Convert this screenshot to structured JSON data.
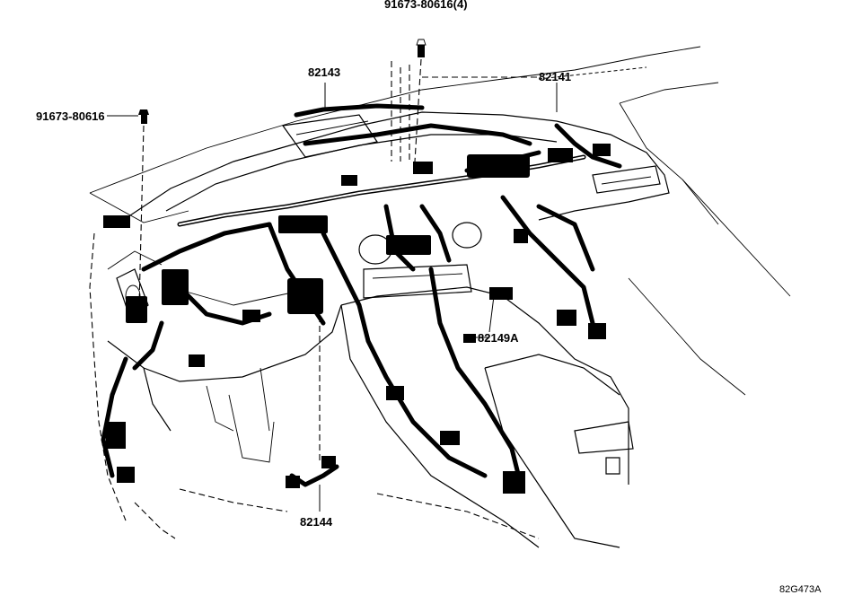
{
  "diagram": {
    "parts": [
      {
        "id": "bolt-top",
        "label": "91673-80616(4)"
      },
      {
        "id": "bolt-left",
        "label": "91673-80616"
      },
      {
        "id": "harness-82143",
        "label": "82143"
      },
      {
        "id": "harness-82141",
        "label": "82141"
      },
      {
        "id": "harness-82149a",
        "label": "82149A"
      },
      {
        "id": "harness-82144",
        "label": "82144"
      }
    ],
    "figure_code": "82G473A"
  }
}
